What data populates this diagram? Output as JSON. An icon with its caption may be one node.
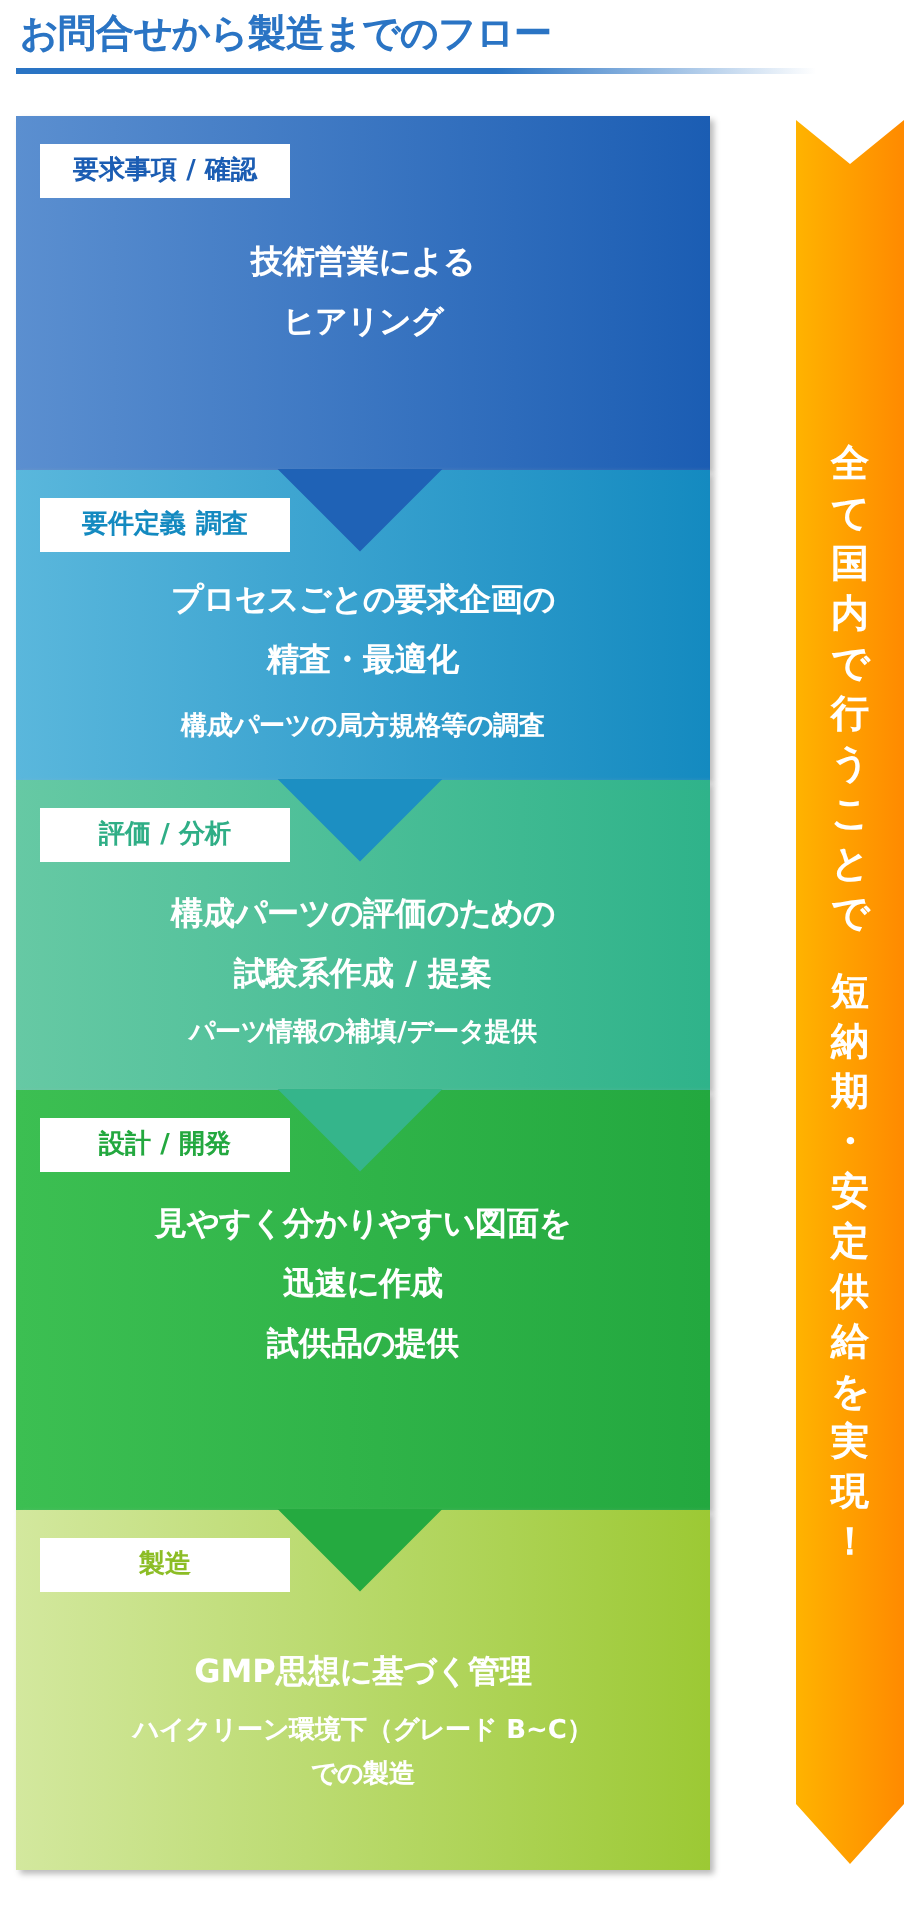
{
  "diagram": {
    "title": "お問合せから製造までのフロー",
    "nodes": [
      {
        "text": [
          "要求事項 / 確認",
          "技術営業によるヒアリング"
        ]
      },
      {
        "text": [
          "要件定義 調査",
          "プロセスごとの要求企画の精査・最適化",
          "構成パーツの局方規格等の調査"
        ]
      },
      {
        "text": [
          "評価 / 分析",
          "構成パーツの評価のための試験系作成 / 提案",
          "パーツ情報の補填/データ提供"
        ]
      },
      {
        "text": [
          "設計 / 開発",
          "見やすく分かりやすい図面を迅速に作成",
          "試供品の提供"
        ]
      },
      {
        "text": [
          "製造",
          "GMP思想に基づく管理",
          "ハイクリーン環境下（グレード B~C）での製造"
        ]
      },
      {
        "text": [
          "全て国内で行うことで",
          "短納期・安定供給を実現！"
        ]
      }
    ],
    "edges": [
      {
        "from": 0,
        "to": 1,
        "arrow": "to"
      },
      {
        "from": 1,
        "to": 2,
        "arrow": "to"
      },
      {
        "from": 2,
        "to": 3,
        "arrow": "to"
      },
      {
        "from": 3,
        "to": 4,
        "arrow": "to"
      }
    ]
  }
}
